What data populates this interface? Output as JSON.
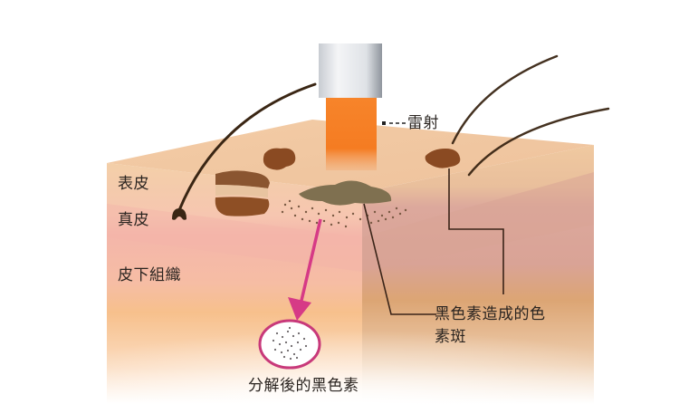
{
  "diagram": {
    "title": "Laser treatment of pigmented spots (skin cross-section)",
    "labels": {
      "laser": "雷射",
      "laser_marker": "▪--",
      "epidermis": "表皮",
      "dermis": "真皮",
      "subcutaneous": "皮下組織",
      "pigment_spot_line1": "黑色素造成的色",
      "pigment_spot_line2": "素斑",
      "broken_down_melanin": "分解後的黑色素"
    },
    "colors": {
      "laser_beam": "#f57c22",
      "laser_head_light": "#f2f3f5",
      "laser_head_dark": "#9aa0a8",
      "epidermis_top": "#f1c8a0",
      "epidermis_front": "#f3cfa8",
      "dermis": "#f2b8a8",
      "dermis_side": "#d9a394",
      "subcutaneous": "#f5b982",
      "subcutaneous_side": "#dca173",
      "pigment_spot": "#8a4a22",
      "pigment_spot_center": "#7a6a4a",
      "hair": "#3a2614",
      "arrow": "#d63a86",
      "circle": "#c8397a",
      "pointer_line": "#3a2418",
      "text": "#2a2420"
    }
  }
}
